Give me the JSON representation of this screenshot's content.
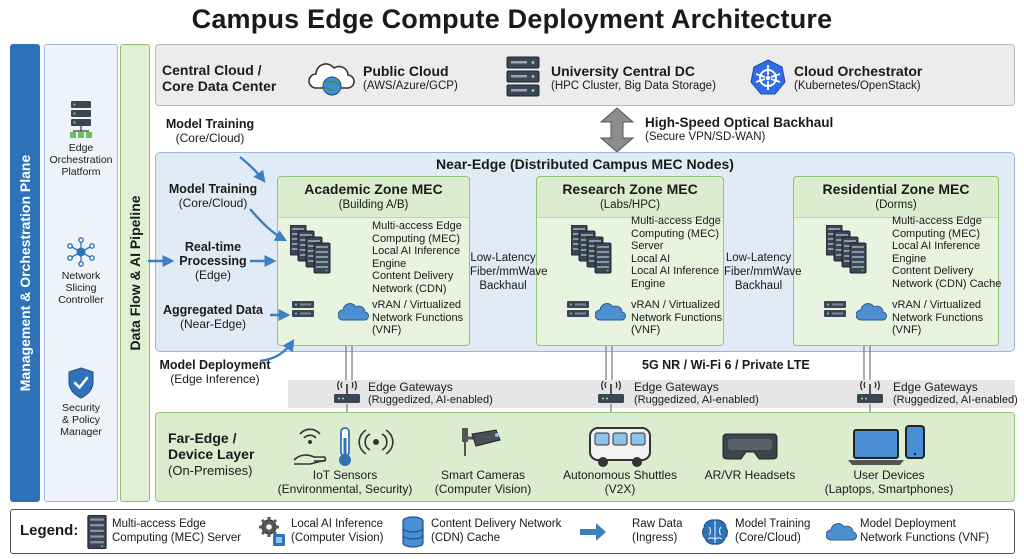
{
  "title": "Campus Edge Compute Deployment Architecture",
  "management": {
    "label": "Management & Orchestration Plane",
    "items": [
      {
        "label_lines": [
          "Edge",
          "Orchestration",
          "Platform"
        ],
        "icon": "server-rack-icon"
      },
      {
        "label_lines": [
          "Network",
          "Slicing",
          "Controller"
        ],
        "icon": "network-hub-icon"
      },
      {
        "label_lines": [
          "Security",
          "& Policy",
          "Manager"
        ],
        "icon": "shield-check-icon"
      }
    ]
  },
  "pipeline_label": "Data Flow & AI Pipeline",
  "central_cloud": {
    "title_lines": [
      "Central Cloud /",
      "Core Data Center"
    ],
    "items": [
      {
        "title": "Public Cloud",
        "subtitle": "(AWS/Azure/GCP)",
        "icon": "cloud-globe-icon"
      },
      {
        "title": "University Central DC",
        "subtitle": "(HPC Cluster, Big Data Storage)",
        "icon": "server-stack-icon"
      },
      {
        "title": "Cloud Orchestrator",
        "subtitle": "(Kubernetes/OpenStack)",
        "icon": "kubernetes-icon"
      }
    ]
  },
  "backhaul": {
    "title": "High-Speed Optical Backhaul",
    "subtitle": "(Secure VPN/SD-WAN)"
  },
  "near_edge": {
    "title": "Near-Edge (Distributed Campus MEC Nodes)",
    "zones": [
      {
        "title": "Academic Zone MEC",
        "subtitle": "(Building A/B)",
        "text1": [
          "Multi-access Edge",
          "Computing (MEC)",
          "Local AI Inference",
          "Engine",
          "Content Delivery",
          "Network (CDN)"
        ],
        "text2": [
          "vRAN / Virtualized",
          "Network Functions",
          "(VNF)"
        ]
      },
      {
        "title": "Research Zone MEC",
        "subtitle": "(Labs/HPC)",
        "text1": [
          "Multi-access Edge",
          "Computing (MEC)",
          "Server",
          "Local AI",
          "Local AI Inference",
          "Engine"
        ],
        "text2": [
          "vRAN / Virtualized",
          "Network Functions",
          "(VNF)"
        ]
      },
      {
        "title": "Residential Zone MEC",
        "subtitle": "(Dorms)",
        "text1": [
          "Multi-access Edge",
          "Computing (MEC)",
          "Local AI Inference",
          "Engine",
          "Content Delivery",
          "Network (CDN) Cache"
        ],
        "text2": [
          "vRAN / Virtualized",
          "Network Functions",
          "(VNF)"
        ]
      }
    ],
    "links": [
      [
        "Low-Latency",
        "Fiber/mmWave",
        "Backhaul"
      ],
      [
        "Low-Latency",
        "Fiber/mmWave",
        "Backhaul"
      ]
    ]
  },
  "flows": [
    {
      "title": "Model Training",
      "subtitle": "(Core/Cloud)"
    },
    {
      "title": "Model Training",
      "subtitle": "(Core/Cloud)"
    },
    {
      "title": "Real-time",
      "title2": "Processing",
      "subtitle": "(Edge)"
    },
    {
      "title": "Aggregated Data",
      "subtitle": "(Near-Edge)"
    },
    {
      "title": "Model Deployment",
      "subtitle": "(Edge Inference)"
    }
  ],
  "network_label": "5G NR / Wi-Fi 6 / Private LTE",
  "gateways": [
    {
      "title": "Edge Gateways",
      "subtitle": "(Ruggedized, AI-enabled)"
    },
    {
      "title": "Edge Gateways",
      "subtitle": "(Ruggedized, AI-enabled)"
    },
    {
      "title": "Edge Gateways",
      "subtitle": "(Ruggedized, AI-enabled)"
    }
  ],
  "far_edge": {
    "title_lines": [
      "Far-Edge /",
      "Device Layer"
    ],
    "subtitle": "(On-Premises)",
    "devices": [
      {
        "label": [
          "IoT Sensors",
          "(Environmental, Security)"
        ],
        "icon": "iot-sensor-icon"
      },
      {
        "label": [
          "Smart Cameras",
          "(Computer Vision)"
        ],
        "icon": "security-camera-icon"
      },
      {
        "label": [
          "Autonomous Shuttles",
          "(V2X)"
        ],
        "icon": "shuttle-icon"
      },
      {
        "label": [
          "AR/VR Headsets",
          ""
        ],
        "icon": "vr-headset-icon"
      },
      {
        "label": [
          "User Devices",
          "(Laptops, Smartphones)"
        ],
        "icon": "laptop-phone-icon"
      }
    ]
  },
  "legend": {
    "title": "Legend:",
    "items": [
      {
        "lines": [
          "Multi-access Edge",
          "Computing (MEC) Server"
        ],
        "icon": "server-icon"
      },
      {
        "lines": [
          "Local AI Inference",
          "(Computer Vision)"
        ],
        "icon": "gear-chip-icon"
      },
      {
        "lines": [
          "Content Delivery Network",
          "(CDN) Cache"
        ],
        "icon": "database-icon"
      },
      {
        "lines": [
          "Raw Data",
          "(Ingress)"
        ],
        "icon": "arrow-right-icon"
      },
      {
        "lines": [
          "Model Training",
          "(Core/Cloud)"
        ],
        "icon": "brain-icon"
      },
      {
        "lines": [
          "Model Deployment",
          "Network Functions (VNF)"
        ],
        "icon": "cloud-icon"
      }
    ]
  },
  "colors": {
    "mgmt_bar": "#2e72b7",
    "zone_green": "#dcedcf",
    "near_blue": "#e1ebf5",
    "arrow_blue": "#3d7fc2"
  }
}
